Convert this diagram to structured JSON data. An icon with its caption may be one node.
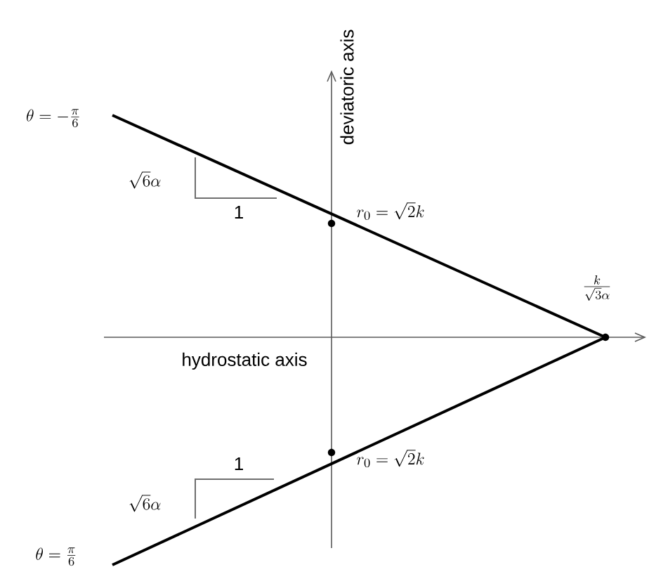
{
  "diagram": {
    "labels": [
      "deviatoric axis",
      "\\theta = -\\frac{\\pi}{6}",
      "\\sqrt{6}\\alpha",
      "1",
      "r_0 = \\sqrt{2}k",
      "\\frac{k}{\\sqrt{3}\\alpha}",
      "hydrostatic axis",
      "1",
      "\\sqrt{6}\\alpha",
      "r_0 = \\sqrt{2}k",
      "\\theta = \\frac{\\pi}{6}"
    ]
  }
}
